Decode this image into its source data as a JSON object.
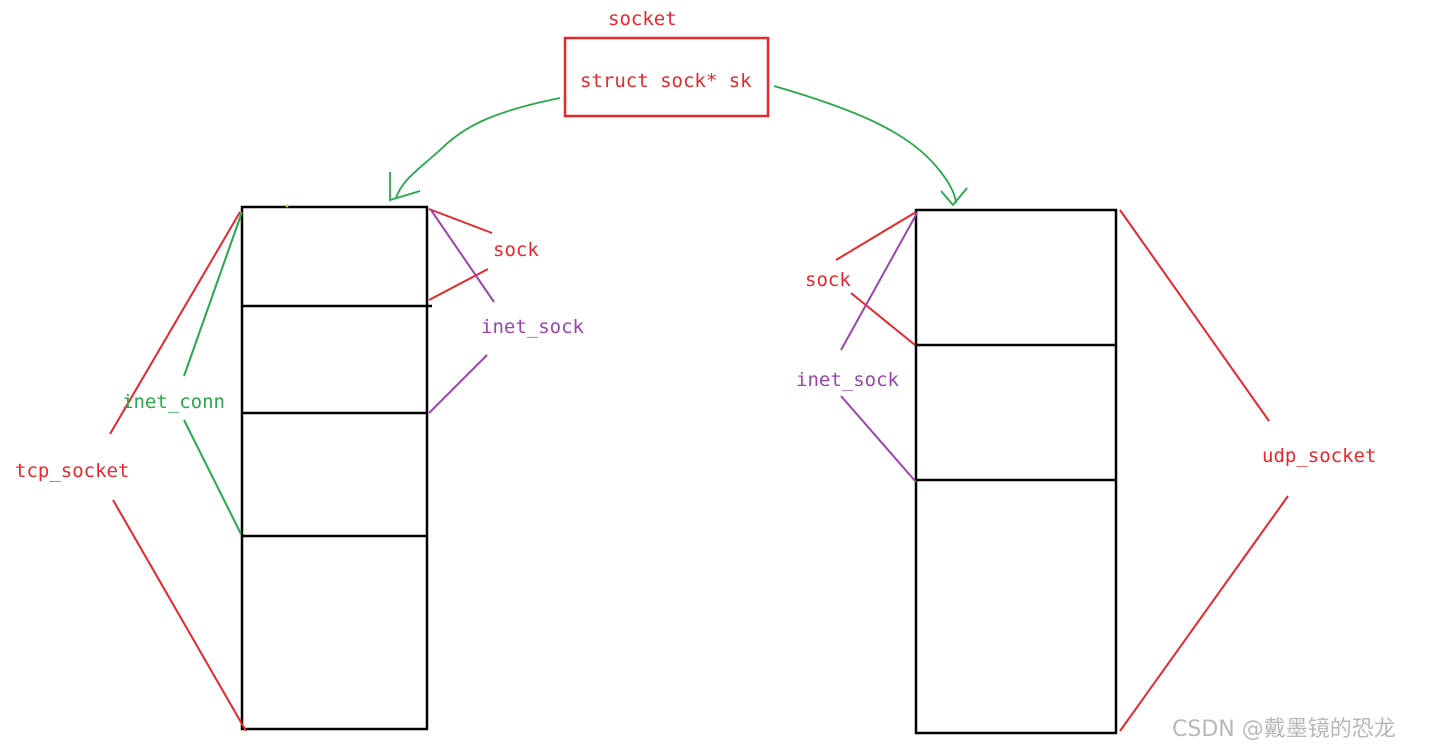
{
  "labels": {
    "socket": "socket",
    "socket_field": "struct sock* sk",
    "tcp_sock": "sock",
    "tcp_inet_sock": "inet_sock",
    "tcp_inet_conn": "inet_conn",
    "tcp_socket": "tcp_socket",
    "udp_sock": "sock",
    "udp_inet_sock": "inet_sock",
    "udp_socket": "udp_socket"
  },
  "watermark": "CSDN @戴墨镜的恐龙",
  "colors": {
    "red": "#e8262b",
    "green": "#27a84a",
    "purple": "#9a45ad",
    "black": "#000000"
  }
}
